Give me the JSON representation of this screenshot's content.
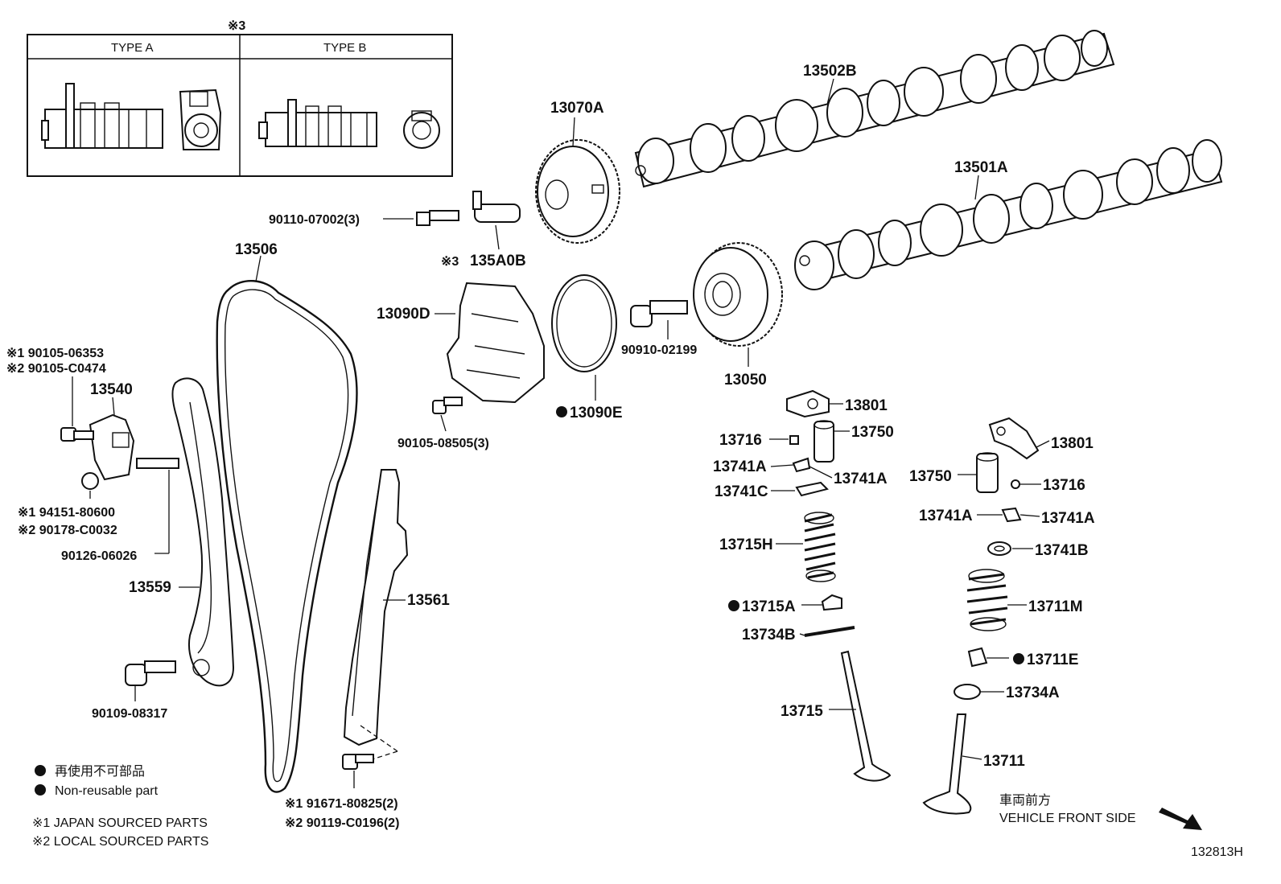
{
  "inset": {
    "marker": "※3",
    "type_a": "TYPE A",
    "type_b": "TYPE B"
  },
  "callouts": {
    "p13502B": "13502B",
    "p13501A": "13501A",
    "p13070A": "13070A",
    "p90110": "90110-07002(3)",
    "p135A0B": "135A0B",
    "p135A0B_mark": "※3",
    "p13506": "13506",
    "p13090D": "13090D",
    "p13090E": "13090E",
    "p90910": "90910-02199",
    "p13050": "13050",
    "p90105_08505": "90105-08505(3)",
    "p90105_06353": "※1 90105-06353",
    "p90105_C0474": "※2 90105-C0474",
    "p13540": "13540",
    "p94151": "※1 94151-80600",
    "p90178": "※2 90178-C0032",
    "p90126": "90126-06026",
    "p13559": "13559",
    "p13561": "13561",
    "p90109": "90109-08317",
    "p91671": "※1 91671-80825(2)",
    "p90119": "※2 90119-C0196(2)",
    "p13801a": "13801",
    "p13716a": "13716",
    "p13750a": "13750",
    "p13741A_1": "13741A",
    "p13741A_2": "13741A",
    "p13741C": "13741C",
    "p13715H": "13715H",
    "p13715A": "13715A",
    "p13734B": "13734B",
    "p13715": "13715",
    "p13801b": "13801",
    "p13750b": "13750",
    "p13716b": "13716",
    "p13741A_3": "13741A",
    "p13741A_4": "13741A",
    "p13741B": "13741B",
    "p13711M": "13711M",
    "p13711E": "13711E",
    "p13734A": "13734A",
    "p13711": "13711"
  },
  "legend": {
    "nonreusable_jp": "再使用不可部品",
    "nonreusable_en": "Non-reusable part",
    "japan_sourced": "※1 JAPAN SOURCED PARTS",
    "local_sourced": "※2 LOCAL SOURCED PARTS"
  },
  "direction": {
    "jp": "車両前方",
    "en": "VEHICLE FRONT SIDE"
  },
  "diagram_code": "132813H"
}
